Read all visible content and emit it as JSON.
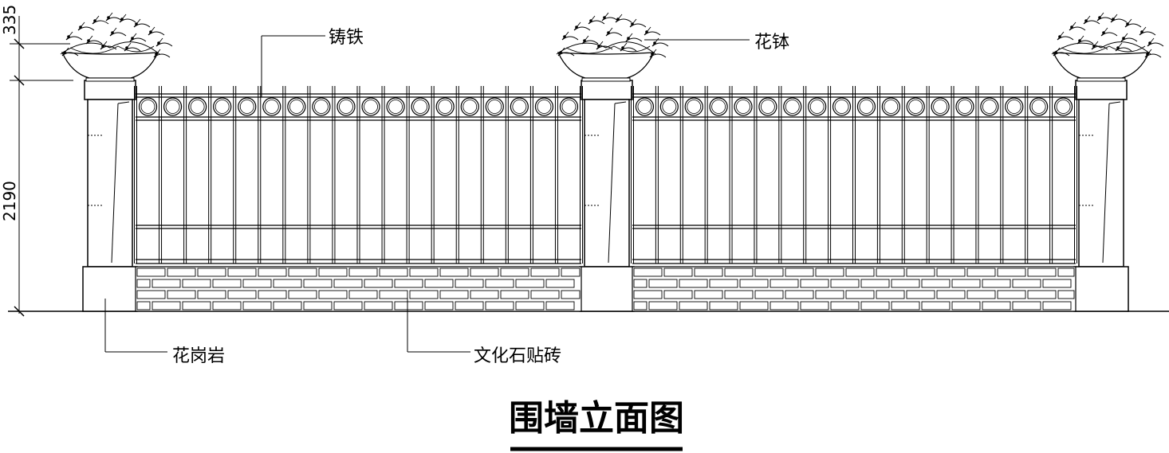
{
  "labels": {
    "cast_iron": "铸铁",
    "flower_bowl": "花钵",
    "granite": "花岗岩",
    "culture_stone_tile": "文化石贴砖"
  },
  "dimensions": {
    "top": "335",
    "height": "2190"
  },
  "title": "围墙立面图"
}
